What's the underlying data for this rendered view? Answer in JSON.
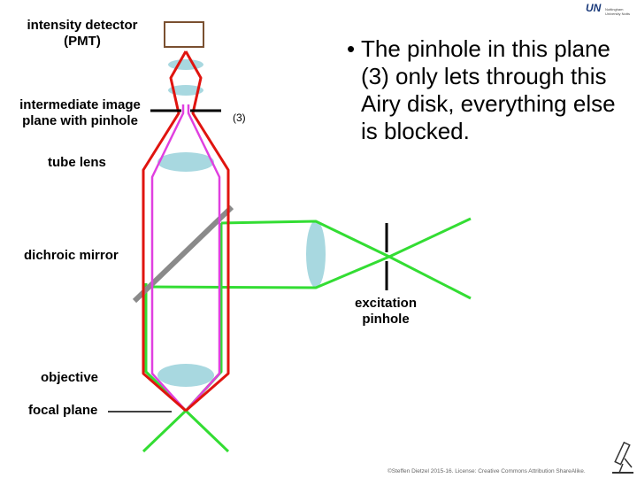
{
  "labels": {
    "detector_line1": "intensity detector",
    "detector_line2": "(PMT)",
    "image_plane_line1": "intermediate image",
    "image_plane_line2": "plane with pinhole",
    "plane_number": "(3)",
    "tube_lens": "tube lens",
    "dichroic_mirror": "dichroic mirror",
    "excitation_line1": "excitation",
    "excitation_line2": "pinhole",
    "objective": "objective",
    "focal_plane": "focal plane"
  },
  "bullet": {
    "marker": "•",
    "text": "The pinhole in this plane (3) only lets through this Airy disk, everything else is blocked."
  },
  "logo": {
    "mark": "UN",
    "fine": "Nottingham University Notts"
  },
  "credit": "©Steffen Dietzel 2015-16. License: Creative Commons Attribution ShareAlike.",
  "colors": {
    "emission": "#e0140f",
    "emission_inner": "#e040e0",
    "excitation": "#33dd33",
    "lens": "#a8d8e0",
    "mirror": "#8a8a8a",
    "detector_box": "#7a5030"
  },
  "icons": [
    "microscope-icon",
    "university-logo"
  ]
}
